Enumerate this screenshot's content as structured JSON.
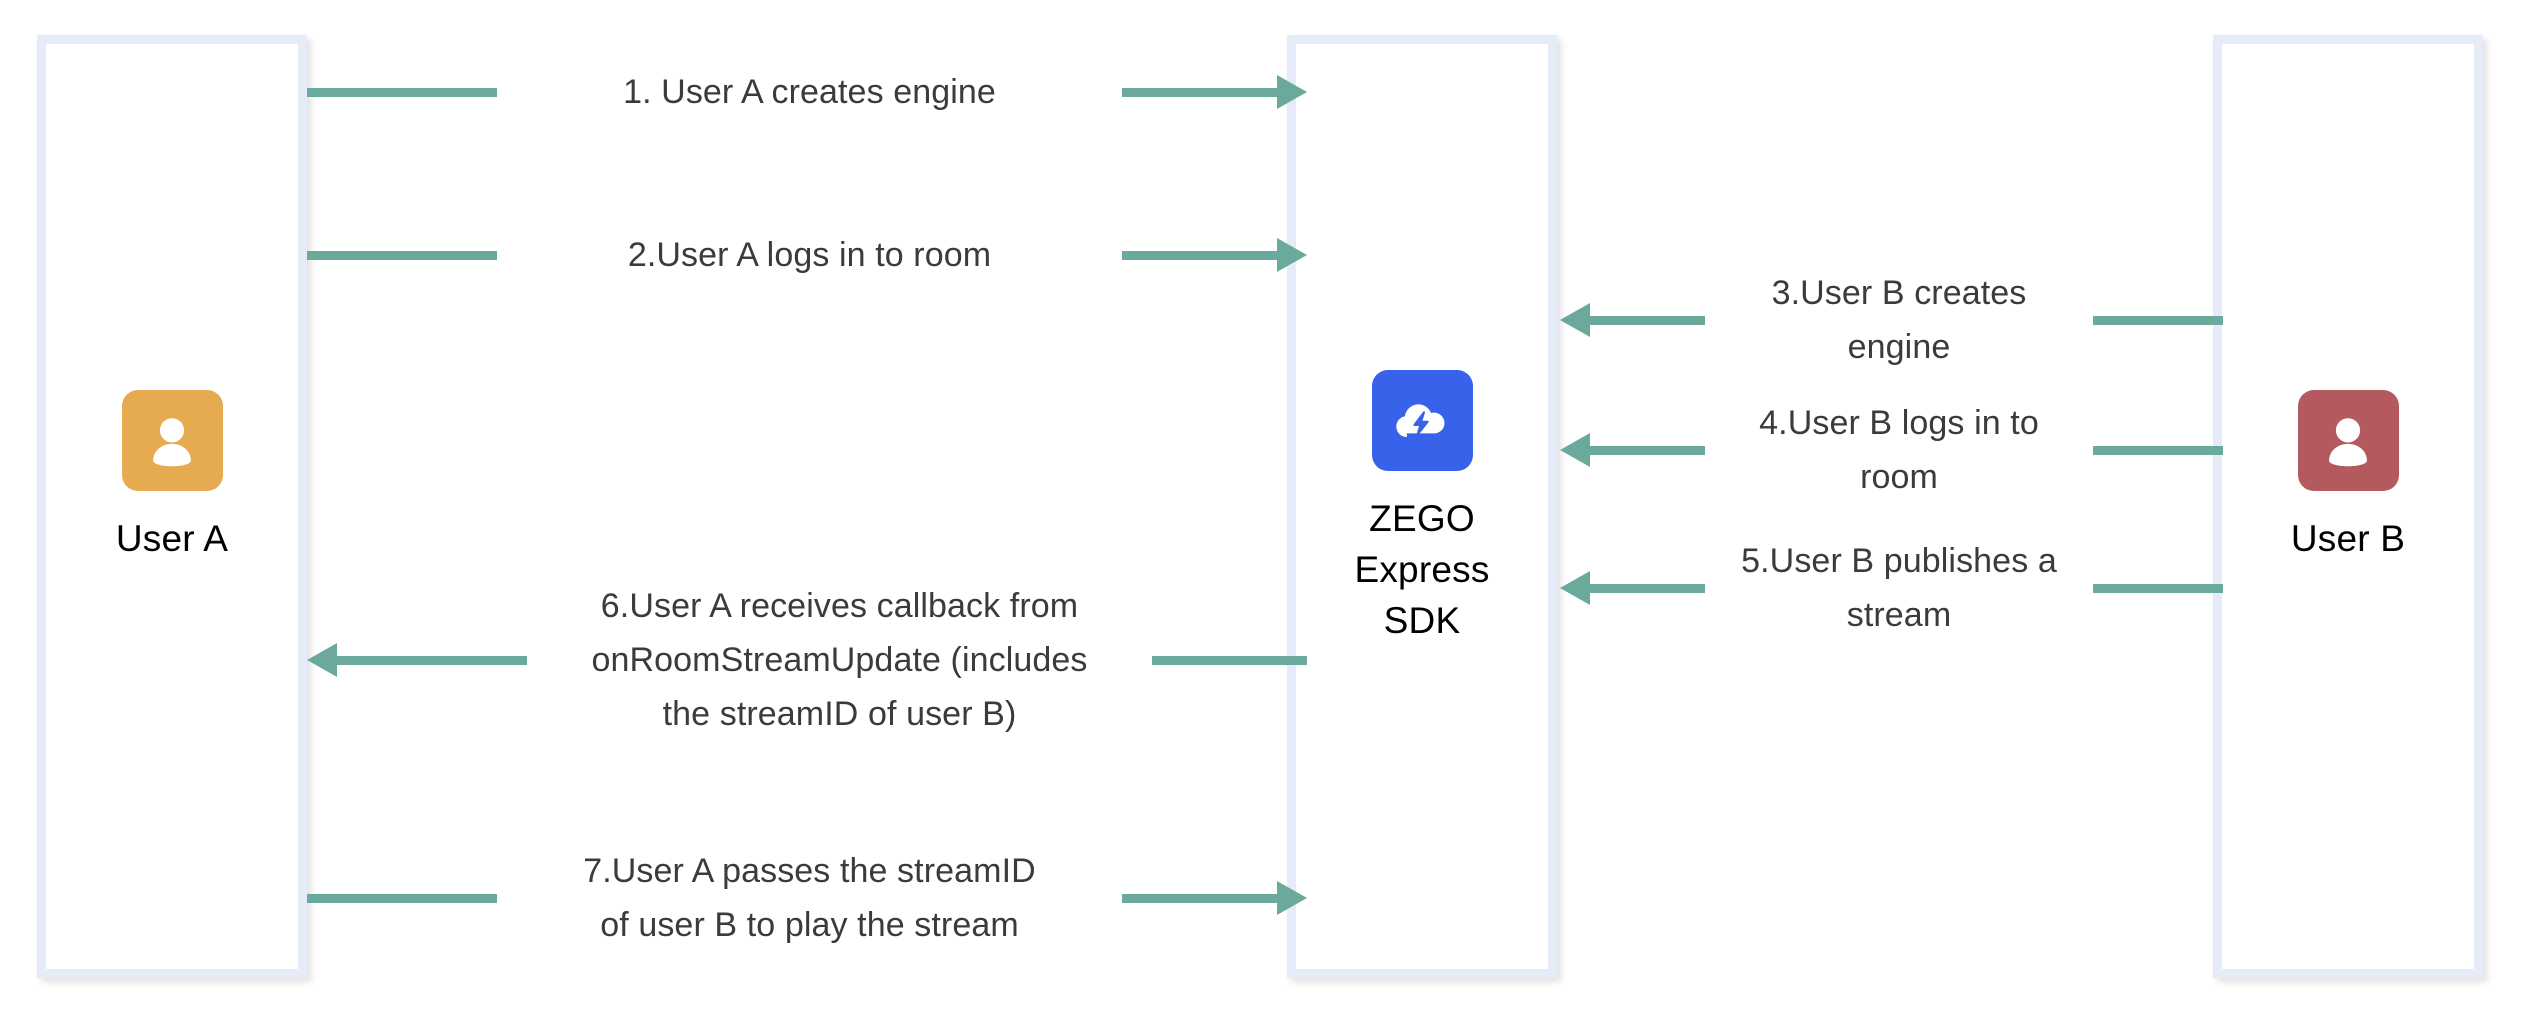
{
  "diagram": {
    "title": "ZEGO Express SDK publish and play stream flow",
    "colors": {
      "lane_border": "#e6ebfa",
      "arrow": "#6aa99b",
      "user_a_avatar": "#e6ab50",
      "user_b_avatar": "#b45a5f",
      "sdk_avatar": "#3862ea",
      "label_text": "#3b3b3b",
      "caption_text": "#000000"
    }
  },
  "lanes": [
    {
      "id": "user-a",
      "caption": "User A",
      "avatar_icon": "user-avatar-icon",
      "avatar_color": "#e6ab50"
    },
    {
      "id": "zego-express-sdk",
      "caption": "ZEGO\nExpress\nSDK",
      "avatar_icon": "cloud-lightning-icon",
      "avatar_color": "#3862ea"
    },
    {
      "id": "user-b",
      "caption": "User B",
      "avatar_icon": "user-avatar-icon",
      "avatar_color": "#b45a5f"
    }
  ],
  "flows": [
    {
      "step": 1,
      "label": "1. User A creates engine",
      "from": "User A",
      "to": "ZEGO Express SDK",
      "direction": "right"
    },
    {
      "step": 2,
      "label": "2.User A logs in to room",
      "from": "User A",
      "to": "ZEGO Express SDK",
      "direction": "right"
    },
    {
      "step": 3,
      "label": "3.User B creates engine",
      "from": "User B",
      "to": "ZEGO Express SDK",
      "direction": "left"
    },
    {
      "step": 4,
      "label": "4.User B logs in to room",
      "from": "User B",
      "to": "ZEGO Express SDK",
      "direction": "left"
    },
    {
      "step": 5,
      "label": "5.User B publishes a stream",
      "from": "User B",
      "to": "ZEGO Express SDK",
      "direction": "left"
    },
    {
      "step": 6,
      "label": "6.User A receives callback from\nonRoomStreamUpdate (includes\nthe streamID of user B)",
      "from": "ZEGO Express SDK",
      "to": "User A",
      "direction": "left"
    },
    {
      "step": 7,
      "label": "7.User A passes the streamID\nof user B to play the stream",
      "from": "User A",
      "to": "ZEGO Express SDK",
      "direction": "right"
    }
  ]
}
